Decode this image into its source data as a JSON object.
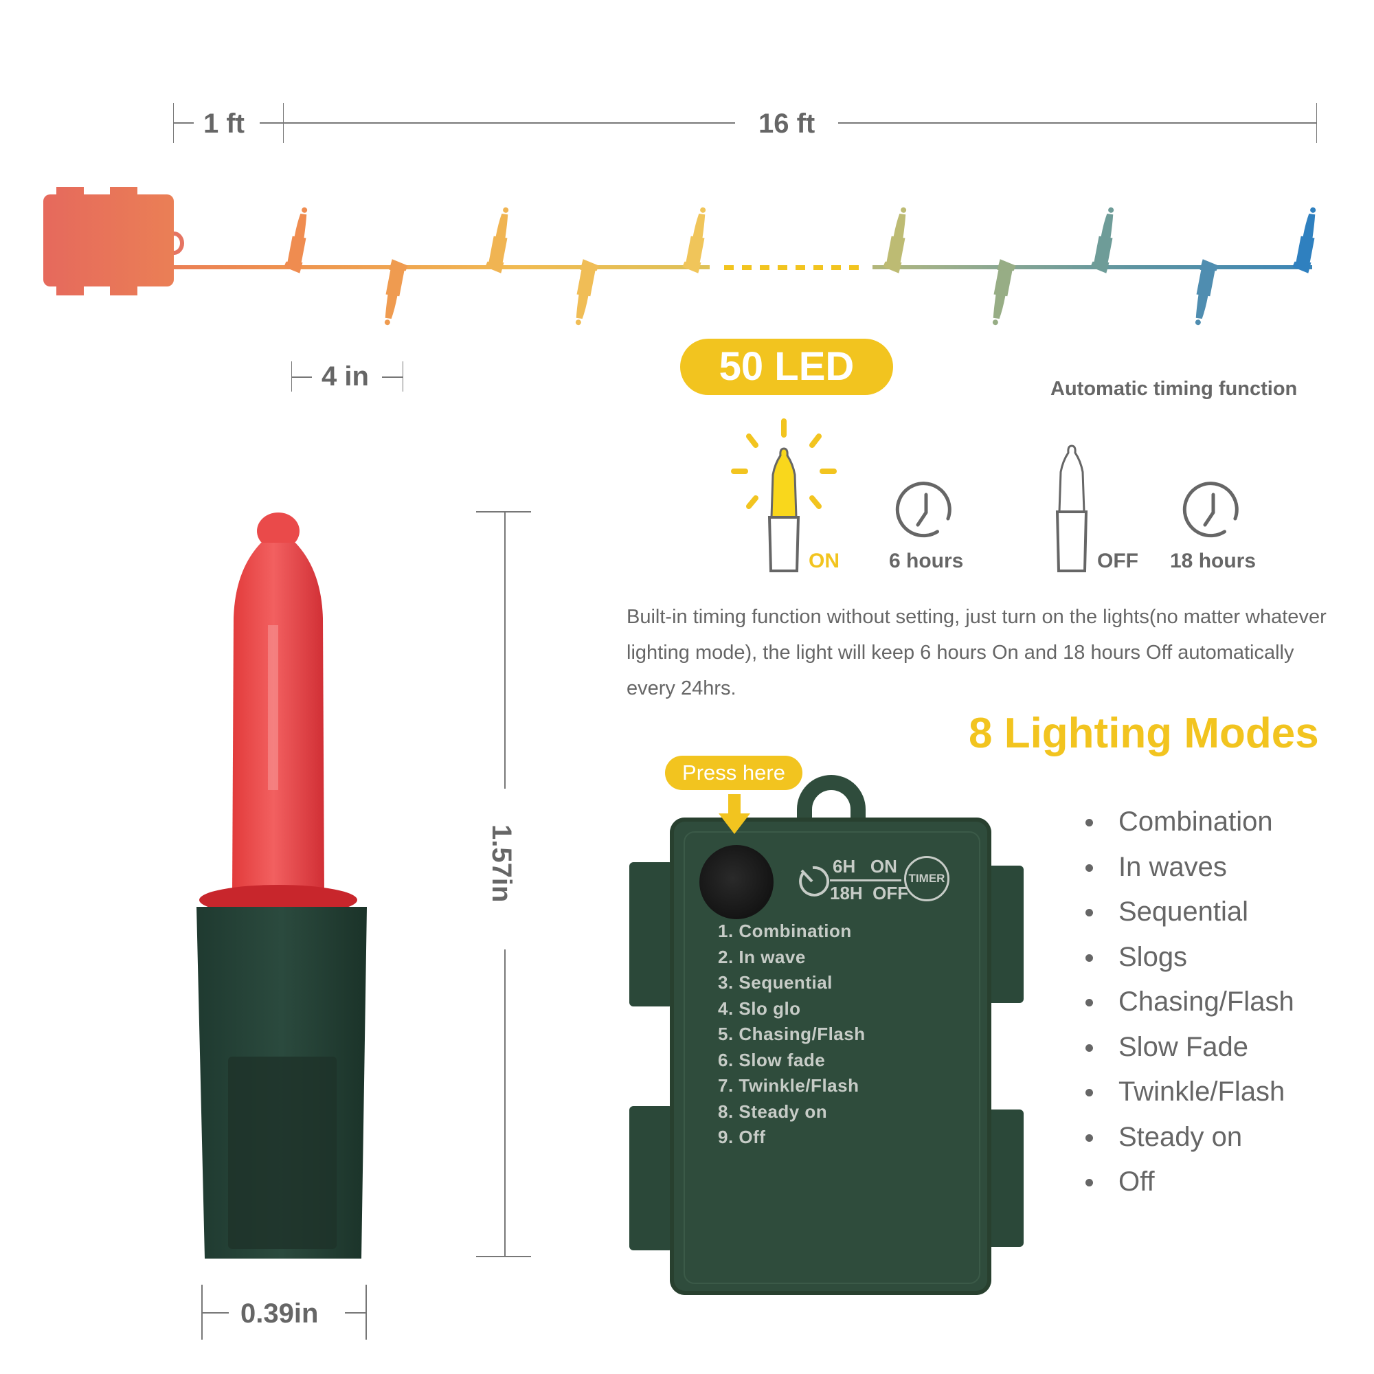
{
  "dimensions": {
    "lead_length": "1 ft",
    "string_length": "16 ft",
    "bulb_spacing": "4 in",
    "bulb_height": "1.57in",
    "bulb_width": "0.39in"
  },
  "badge": {
    "label": "50 LED",
    "color": "#f2c41f"
  },
  "timer": {
    "heading": "Automatic timing function",
    "on_label": "ON",
    "on_duration": "6 hours",
    "off_label": "OFF",
    "off_duration": "18 hours",
    "description": "Built-in timing function without setting, just turn on the lights(no matter whatever lighting mode), the light will keep 6 hours On and 18 hours Off automatically every 24hrs."
  },
  "modes": {
    "heading": "8 Lighting Modes",
    "items": [
      "Combination",
      "In waves",
      "Sequential",
      "Slogs",
      "Chasing/Flash",
      "Slow Fade",
      "Twinkle/Flash",
      "Steady on",
      "Off"
    ]
  },
  "battery_box": {
    "callout": "Press here",
    "timer_on": "6H   ON",
    "timer_off": "18H  OFF",
    "timer_badge": "TIMER",
    "printed_modes": [
      "1. Combination",
      "2. In wave",
      "3. Sequential",
      "4. Slo glo",
      "5. Chasing/Flash",
      "6. Slow fade",
      "7. Twinkle/Flash",
      "8. Steady on",
      "9. Off"
    ]
  },
  "colors": {
    "accent_yellow": "#f2c41f",
    "text_gray": "#666666",
    "box_green": "#2e4a3a",
    "gradient_start": "#e4625f",
    "gradient_end": "#2f80bf"
  }
}
